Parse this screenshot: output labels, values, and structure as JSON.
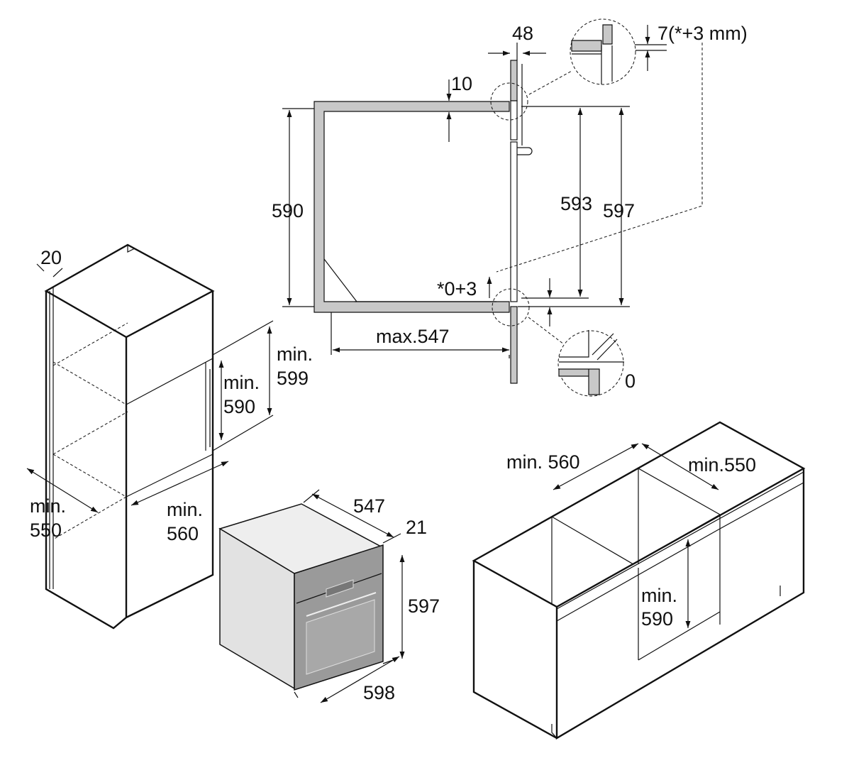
{
  "section_view": {
    "dim_panel_offset": "48",
    "dim_top_gap": "7(*+3 mm)",
    "dim_top_10": "10",
    "dim_niche_height": "590",
    "dim_oven_593": "593",
    "dim_oven_597": "597",
    "dim_bottom_tolerance": "*0+3",
    "dim_max_depth": "max.547",
    "dim_bottom_gap": "0"
  },
  "tall_cabinet": {
    "dim_panel": "20",
    "dim_min_599_a": "min.",
    "dim_min_599_b": "599",
    "dim_min_590_a": "min.",
    "dim_min_590_b": "590",
    "dim_min_550_a": "min.",
    "dim_min_550_b": "550",
    "dim_min_560_a": "min.",
    "dim_min_560_b": "560"
  },
  "oven": {
    "dim_depth": "547",
    "dim_front": "21",
    "dim_height": "597",
    "dim_width": "598"
  },
  "base_cabinet": {
    "dim_width": "min. 560",
    "dim_depth": "min.550",
    "dim_height_a": "min.",
    "dim_height_b": "590"
  }
}
